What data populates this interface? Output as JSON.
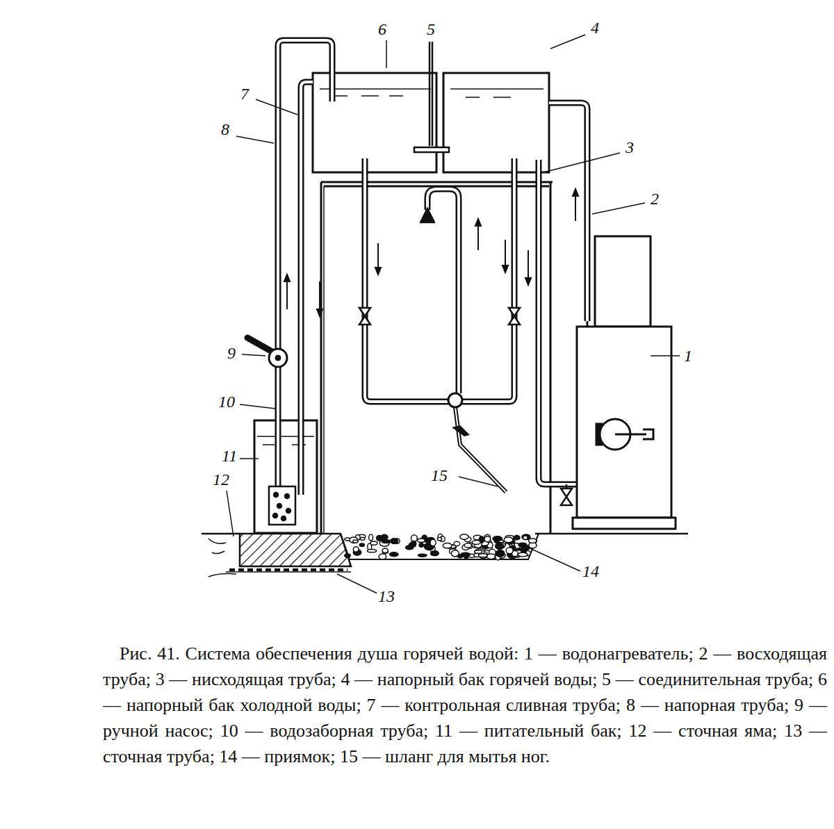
{
  "diagram": {
    "caption": "Рис. 41. Система обеспечения душа горячей водой: 1 — водонагреватель; 2 — восходящая труба; 3 — нисходящая труба; 4 — напорный бак горячей воды; 5 — соединительная труба; 6 — напорный бак холодной воды; 7 — контрольная сливная труба; 8 — напорная труба; 9 — ручной насос; 10 — водозаборная труба; 11 — питательный бак; 12 — сточная яма; 13 — сточная труба; 14 — приямок; 15 — шланг для мытья ног.",
    "labels": [
      "6",
      "5",
      "4",
      "7",
      "3",
      "8",
      "2",
      "1",
      "9",
      "10",
      "11",
      "12",
      "14",
      "13",
      "15"
    ]
  }
}
